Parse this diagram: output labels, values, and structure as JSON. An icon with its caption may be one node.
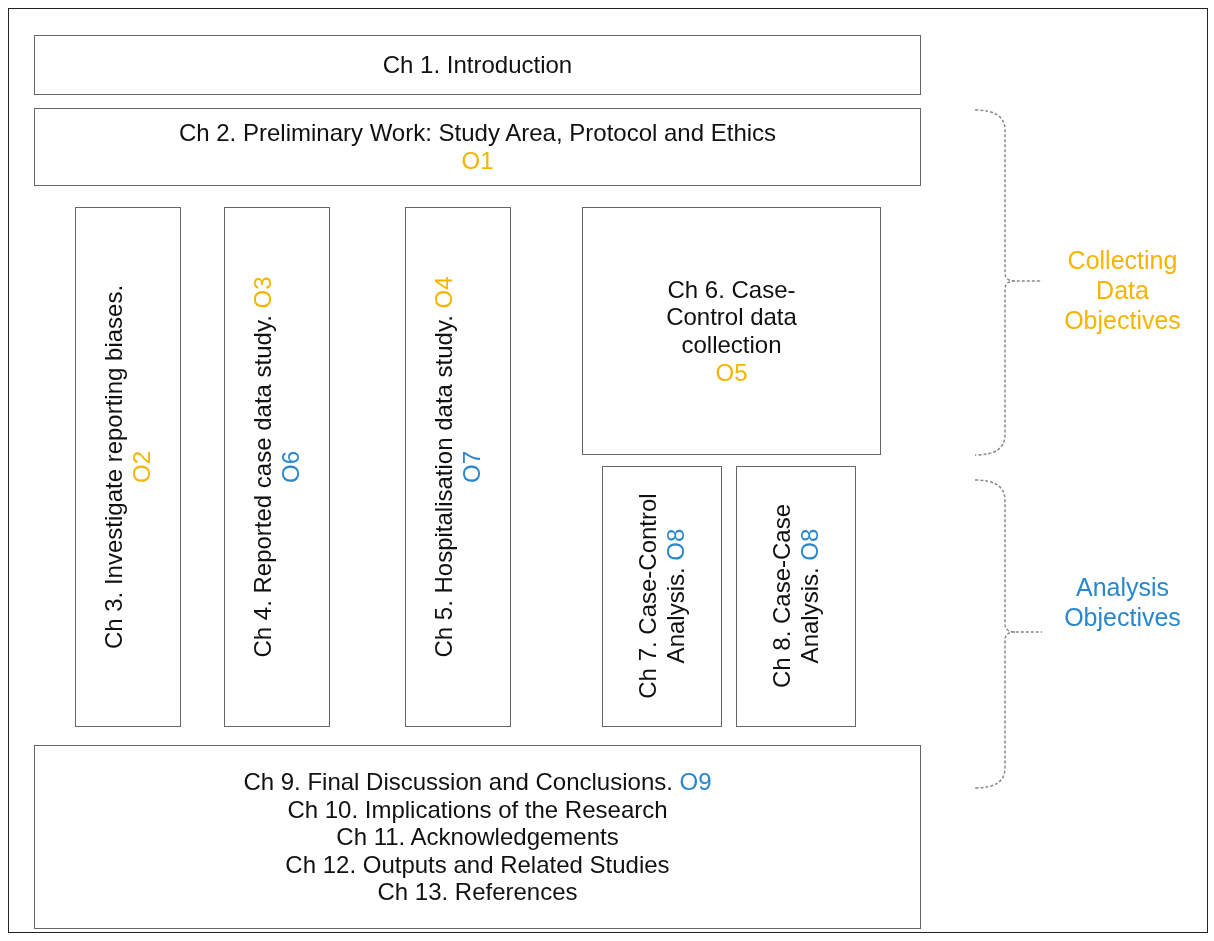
{
  "diagram": {
    "nodes": [
      {
        "text": [
          "Ch 1. Introduction"
        ]
      },
      {
        "text": [
          "Ch 2. Preliminary Work: Study Area, Protocol and Ethics",
          "O1"
        ]
      },
      {
        "text": [
          "Ch 3. Investigate reporting biases.",
          "O2"
        ]
      },
      {
        "text": [
          "Ch 4. Reported case data study.",
          "O3",
          "O6"
        ]
      },
      {
        "text": [
          "Ch 5. Hospitalisation data study.",
          "O4",
          "O7"
        ]
      },
      {
        "text": [
          "Ch 6. Case-Control data collection",
          "O5"
        ]
      },
      {
        "text": [
          "Ch 7. Case-Control Analysis.",
          "O8"
        ]
      },
      {
        "text": [
          "Ch 8. Case-Case Analysis.",
          "O8"
        ]
      },
      {
        "text": [
          "Ch 9. Final Discussion and Conclusions.",
          "O9",
          "Ch 10. Implications of the Research",
          "Ch 11. Acknowledgements",
          "Ch 12. Outputs and Related Studies",
          "Ch 13. References"
        ]
      }
    ],
    "edges": [],
    "labels": [
      "Collecting Data Objectives",
      "Analysis Objectives"
    ]
  }
}
